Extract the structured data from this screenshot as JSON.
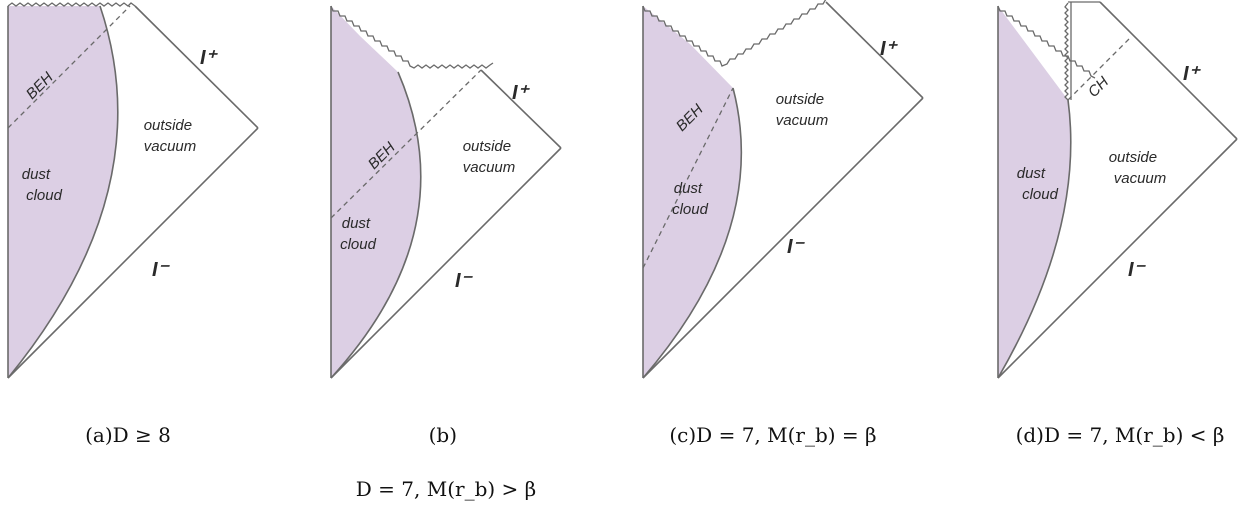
{
  "panels": [
    {
      "id": "a",
      "labels": {
        "horizon": "BEH",
        "outside": [
          "outside",
          "vacuum"
        ],
        "cloud": [
          "dust",
          "cloud"
        ],
        "future_null_infinity": "I⁺",
        "past_null_infinity": "I⁻"
      },
      "caption": [
        "(a)D ≥ 8"
      ]
    },
    {
      "id": "b",
      "labels": {
        "horizon": "BEH",
        "outside": [
          "outside",
          "vacuum"
        ],
        "cloud": [
          "dust",
          "cloud"
        ],
        "future_null_infinity": "I⁺",
        "past_null_infinity": "I⁻"
      },
      "caption": [
        "(b)",
        "D = 7, M(r_b) > β"
      ]
    },
    {
      "id": "c",
      "labels": {
        "horizon": "BEH",
        "outside": [
          "outside",
          "vacuum"
        ],
        "cloud": [
          "dust",
          "cloud"
        ],
        "future_null_infinity": "I⁺",
        "past_null_infinity": "I⁻"
      },
      "caption": [
        "(c)D = 7, M(r_b) = β"
      ]
    },
    {
      "id": "d",
      "labels": {
        "horizon": "CH",
        "outside": [
          "outside",
          "vacuum"
        ],
        "cloud": [
          "dust",
          "cloud"
        ],
        "future_null_infinity": "I⁺",
        "past_null_infinity": "I⁻"
      },
      "caption": [
        "(d)D = 7, M(r_b) < β"
      ]
    }
  ]
}
